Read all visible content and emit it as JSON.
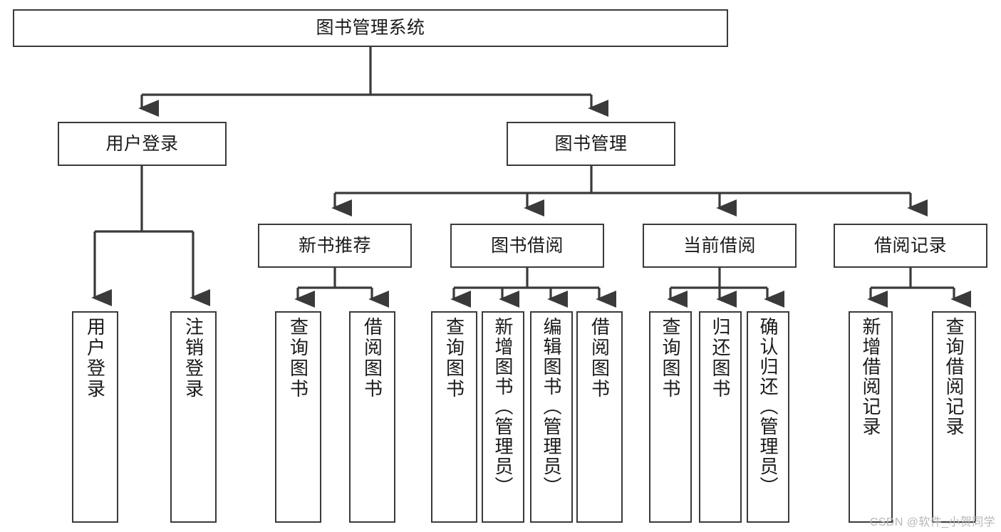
{
  "diagram": {
    "title": "图书管理系统",
    "watermark": "CSDN @软件_小贺同学",
    "type": "tree-hierarchy",
    "levels": 4,
    "root": {
      "label": "图书管理系统"
    },
    "level2": [
      {
        "label": "用户登录"
      },
      {
        "label": "图书管理"
      }
    ],
    "level3": [
      {
        "label": "新书推荐"
      },
      {
        "label": "图书借阅"
      },
      {
        "label": "当前借阅"
      },
      {
        "label": "借阅记录"
      }
    ],
    "leaves": {
      "user_login": [
        {
          "label": "用户登录"
        },
        {
          "label": "注销登录"
        }
      ],
      "new_book_recommend": [
        {
          "label": "查询图书"
        },
        {
          "label": "借阅图书"
        }
      ],
      "book_borrow": [
        {
          "label": "查询图书"
        },
        {
          "label": "新增图书（管理员）"
        },
        {
          "label": "编辑图书（管理员）"
        },
        {
          "label": "借阅图书"
        }
      ],
      "current_borrow": [
        {
          "label": "查询图书"
        },
        {
          "label": "归还图书"
        },
        {
          "label": "确认归还（管理员）"
        }
      ],
      "borrow_records": [
        {
          "label": "新增借阅记录"
        },
        {
          "label": "查询借阅记录"
        }
      ]
    },
    "colors": {
      "stroke": "#3a3a3a",
      "fill": "#ffffff",
      "text": "#1a1a1a",
      "watermark": "#b8b8b8"
    }
  }
}
